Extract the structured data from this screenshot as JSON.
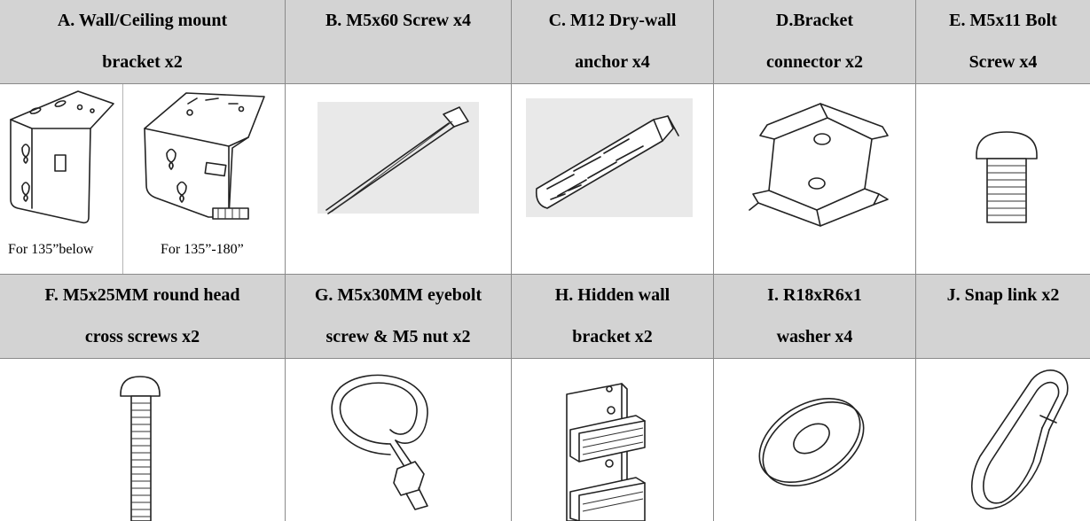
{
  "parts": [
    {
      "id": "A",
      "line1": "A. Wall/Ceiling mount",
      "line2": "bracket x2",
      "variants": [
        "For  135”below",
        "For  135”-180”"
      ]
    },
    {
      "id": "B",
      "line1": "B. M5x60 Screw x4",
      "line2": ""
    },
    {
      "id": "C",
      "line1": "C. M12 Dry-wall",
      "line2": "anchor x4"
    },
    {
      "id": "D",
      "line1": "D.Bracket",
      "line2": "connector x2"
    },
    {
      "id": "E",
      "line1": "E. M5x11 Bolt",
      "line2": "Screw x4"
    },
    {
      "id": "F",
      "line1": "F. M5x25MM round head",
      "line2": "cross screws x2"
    },
    {
      "id": "G",
      "line1": "G. M5x30MM eyebolt",
      "line2": "screw & M5 nut x2"
    },
    {
      "id": "H",
      "line1": "H. Hidden wall",
      "line2": "bracket x2"
    },
    {
      "id": "I",
      "line1": "I. R18xR6x1",
      "line2": "washer x4"
    },
    {
      "id": "J",
      "line1": "J. Snap link x2",
      "line2": ""
    }
  ],
  "icons": [
    "wall-ceiling-bracket-icon",
    "screw-icon",
    "drywall-anchor-icon",
    "bracket-connector-icon",
    "bolt-icon",
    "round-head-screw-icon",
    "eyebolt-icon",
    "hidden-wall-bracket-icon",
    "washer-icon",
    "snap-link-icon"
  ],
  "colors": {
    "header_bg": "#d3d3d3",
    "border": "#8a8a8a",
    "cell_bg": "#ffffff"
  }
}
